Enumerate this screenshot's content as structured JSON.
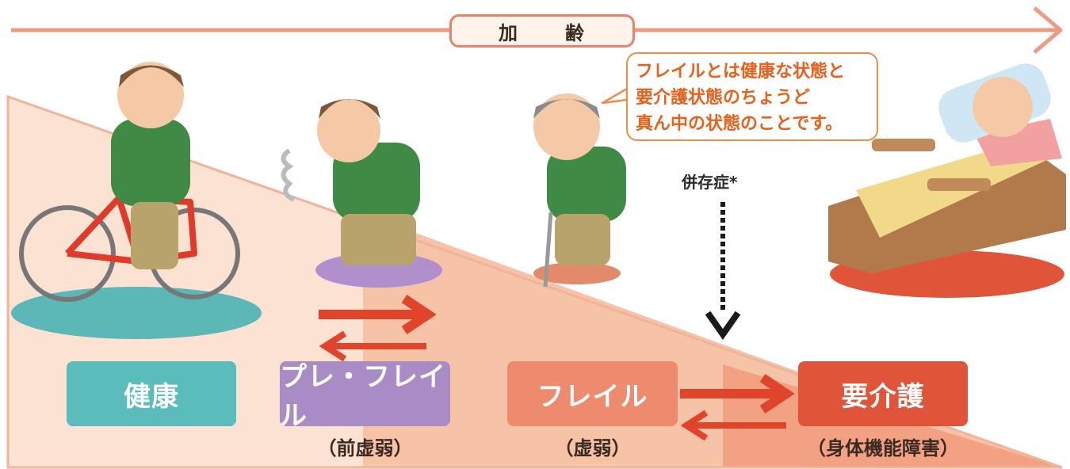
{
  "header": {
    "aging_label": "加　齢"
  },
  "speech_bubble": {
    "lines": [
      "フレイルとは健康な状態と",
      "要介護状態のちょうど",
      "真ん中の状態のことです。"
    ]
  },
  "comorbidity_label": "併存症*",
  "stages": [
    {
      "label": "健康",
      "sub": "",
      "color": "#5bbcbc"
    },
    {
      "label": "プレ・フレイル",
      "sub": "（前虚弱）",
      "color": "#a98bc6"
    },
    {
      "label": "フレイル",
      "sub": "（虚弱）",
      "color": "#ee8a6e"
    },
    {
      "label": "要介護",
      "sub": "（身体機能障害）",
      "color": "#e0553a"
    }
  ],
  "colors": {
    "arrow": "#e0452c",
    "aging_line": "#ee9a80",
    "triangle_light": "#fbe2d2",
    "triangle_mid": "#f7c3a7",
    "triangle_dark": "#f2a283"
  }
}
